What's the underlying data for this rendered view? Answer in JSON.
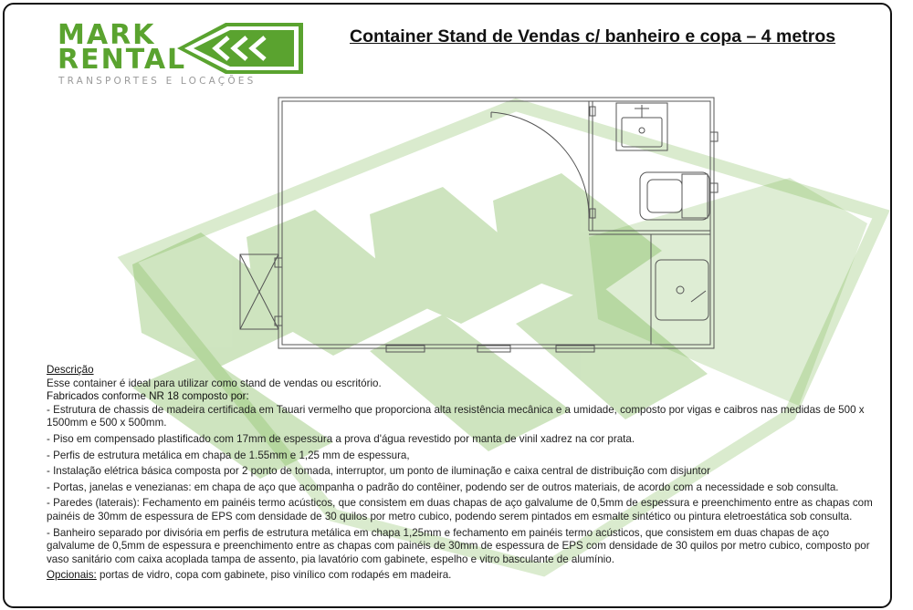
{
  "logo": {
    "word1": "MARK",
    "word2": "RENTAL",
    "tagline": "TRANSPORTES E LOCAÇÕES",
    "brand_color": "#5aa32f"
  },
  "title": "Container Stand de Vendas c/ banheiro e copa – 4 metros",
  "description": {
    "heading": "Descrição",
    "intro": "Esse container é ideal para utilizar como stand de vendas ou escritório.",
    "subheading": "Fabricados conforme NR 18 composto por:",
    "items": [
      "- Estrutura de chassis de madeira certificada em Tauari vermelho que proporciona alta resistência mecânica e a umidade, composto por vigas e caibros nas medidas de 500 x 1500mm e 500 x 500mm.",
      "- Piso em compensado plastificado com 17mm de espessura a prova d'água revestido por manta de vinil xadrez na cor prata.",
      "- Perfis de estrutura metálica em chapa de 1.55mm e 1,25 mm de espessura,",
      "- Instalação elétrica básica composta por 2 ponto de tomada, interruptor, um ponto de iluminação e caixa central de distribuição com disjuntor",
      "- Portas, janelas e venezianas: em chapa de aço que acompanha o padrão do contêiner, podendo ser de outros materiais, de acordo com a necessidade e sob consulta.",
      "- Paredes (laterais): Fechamento em painéis termo acústicos, que consistem em duas chapas de aço galvalume de 0,5mm de espessura e preenchimento entre as chapas com painéis de 30mm de espessura de EPS com densidade de 30 quilos por metro cubico, podendo serem pintados em esmalte sintético ou pintura eletroestática sob consulta.",
      "- Banheiro separado por divisória em perfis de estrutura metálica em chapa 1,25mm e fechamento em painéis termo acústicos, que consistem em duas chapas de aço galvalume de 0,5mm de espessura e preenchimento entre as chapas com painéis de 30mm de espessura de EPS com densidade de 30 quilos por metro cubico, composto por vaso sanitário com caixa acoplada tampa de assento, pia lavatório com gabinete, espelho e vitro basculante de alumínio."
    ],
    "optional_label": "Opcionais:",
    "optional_text": " portas de vidro, copa com gabinete, piso vinílico com rodapés em madeira."
  },
  "colors": {
    "watermark_green": "#6aae3c",
    "line": "#555555"
  }
}
